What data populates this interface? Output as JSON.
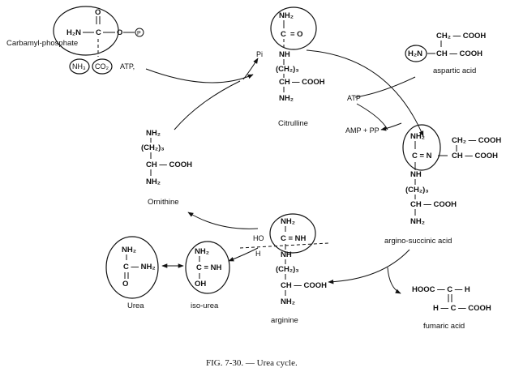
{
  "caption": "FIG. 7-30. — Urea cycle.",
  "labels": {
    "carbamyl_phosphate": "Carbamyl-phosphate",
    "citrulline": "Citrulline",
    "aspartic_acid": "aspartic acid",
    "ornithine": "Ornithine",
    "argino_succinic_acid": "argino-succinic acid",
    "arginine": "arginine",
    "fumaric_acid": "fumaric acid",
    "urea": "Urea",
    "iso_urea": "iso-urea"
  },
  "reagents": {
    "nh3": "NH₃",
    "co2": "CO₂",
    "atp1": "ATP,",
    "pi": "Pi",
    "atp2": "ATP",
    "amp_pp": "AMP + PP",
    "ho": "HO",
    "h": "H",
    "p": "P"
  },
  "formulas": {
    "carbamyl": {
      "h2n": "H₂N",
      "c": "C",
      "o_eq": "O",
      "o": "O"
    },
    "citrulline": {
      "nh2_top": "NH₂",
      "c": "C",
      "eq_o": "= O",
      "nh": "NH",
      "ch2_3": "(CH₂)₃",
      "ch": "CH",
      "cooh": "— COOH",
      "nh2_bot": "NH₂"
    },
    "aspartic": {
      "ch2": "CH₂ — COOH",
      "h2n": "H₂N",
      "ch": "CH — COOH"
    },
    "argino": {
      "nh2": "NH₂",
      "c_eq_n": "C = N",
      "ch2": "CH₂ — COOH",
      "ch": "CH — COOH",
      "nh": "NH",
      "ch2_3": "(CH₂)₃",
      "ch2b": "CH — COOH",
      "nh2b": "NH₂"
    },
    "ornithine": {
      "nh2": "NH₂",
      "ch2_3": "(CH₂)₃",
      "ch": "CH — COOH",
      "nh2b": "NH₂"
    },
    "arginine": {
      "nh2": "NH₂",
      "c_eq_nh": "C = NH",
      "nh": "NH",
      "ch2_3": "(CH₂)₃",
      "ch": "CH — COOH",
      "nh2b": "NH₂"
    },
    "urea": {
      "nh2": "NH₂",
      "c_nh2": "C — NH₂",
      "o": "O"
    },
    "iso_urea": {
      "nh2": "NH₂",
      "c_eq_nh": "C = NH",
      "oh": "OH"
    },
    "fumaric": {
      "top": "HOOC — C — H",
      "bot": "H — C — COOH"
    }
  }
}
